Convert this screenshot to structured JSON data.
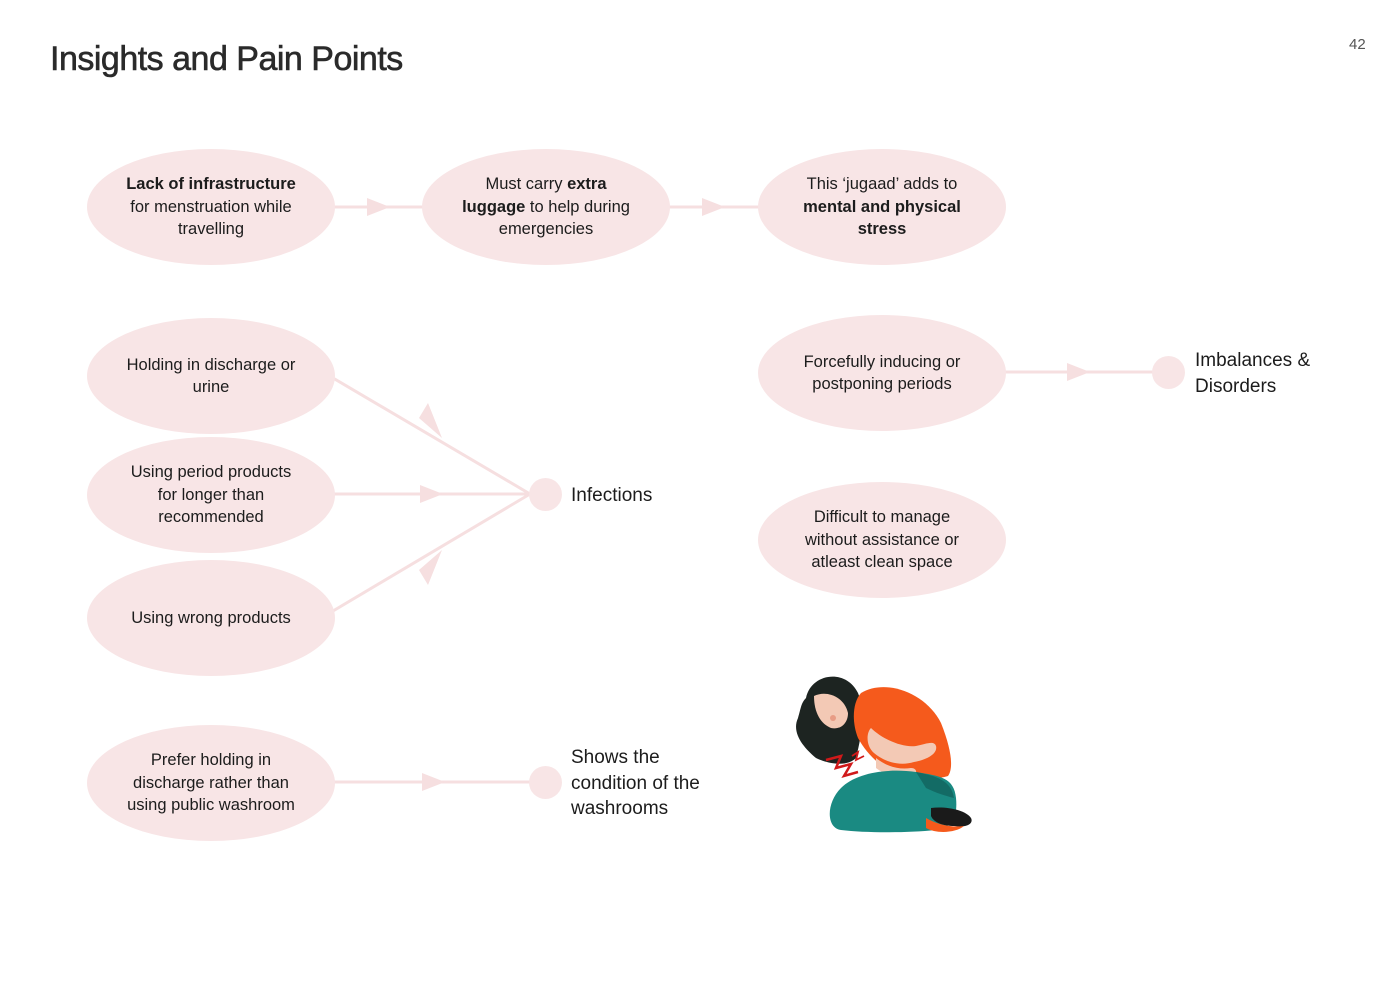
{
  "page": {
    "title": "Insights and Pain Points",
    "page_number": "42"
  },
  "colors": {
    "bubble": "#f8e5e6",
    "connector": "#f6dfe0",
    "text": "#1c1c1c"
  },
  "flow_top": [
    {
      "pre": "",
      "bold": "Lack of infrastructure",
      "post": " for menstruation while travelling"
    },
    {
      "pre": "Must carry ",
      "bold": "extra luggage",
      "post": " to help during emergencies"
    },
    {
      "pre": "This ‘jugaad’ adds to ",
      "bold": "mental and physical stress",
      "post": ""
    }
  ],
  "infections_group": {
    "causes": [
      "Holding in discharge or urine",
      "Using period products for longer than recommended",
      "Using wrong products"
    ],
    "outcome": "Infections"
  },
  "imbalances_group": {
    "cause": "Forcefully inducing or postponing periods",
    "outcome": "Imbalances & Disorders"
  },
  "standalone": "Difficult to manage without assistance or atleast clean space",
  "washroom_group": {
    "cause": "Prefer holding in discharge rather than using public washroom",
    "outcome": "Shows the condition of the washrooms"
  },
  "illustration": {
    "icon": "woman-in-abdominal-pain-illustration"
  }
}
